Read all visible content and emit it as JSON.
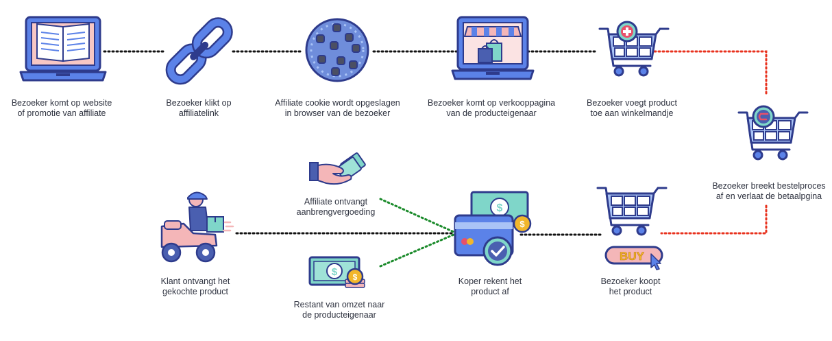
{
  "steps": {
    "website": {
      "line1": "Bezoeker komt op website",
      "line2": "of promotie van affiliate",
      "icon": "laptop-book-icon"
    },
    "link": {
      "line1": "Bezoeker klikt op",
      "line2": "affiliatelink",
      "icon": "chain-link-icon"
    },
    "cookie": {
      "line1": "Affiliate cookie wordt opgeslagen",
      "line2": "in browser van de bezoeker",
      "icon": "cookie-icon"
    },
    "salespage": {
      "line1": "Bezoeker komt op verkooppagina",
      "line2": "van de producteigenaar",
      "icon": "laptop-shop-icon"
    },
    "addcart": {
      "line1": "Bezoeker voegt product",
      "line2": "toe aan winkelmandje",
      "icon": "cart-plus-icon"
    },
    "abandon": {
      "line1": "Bezoeker breekt bestelproces",
      "line2": "af en verlaat de betaalpgina",
      "icon": "cart-return-icon"
    },
    "buy": {
      "line1": "Bezoeker koopt",
      "line2": "het product",
      "icon": "cart-buy-icon",
      "button_text": "BUY"
    },
    "pay": {
      "line1": "Koper rekent het",
      "line2": "product af",
      "icon": "payment-card-icon"
    },
    "commission": {
      "line1": "Affiliate ontvangt",
      "line2": "aanbrengvergoeding",
      "icon": "hand-money-icon"
    },
    "remainder": {
      "line1": "Restant van omzet naar",
      "line2": "de producteigenaar",
      "icon": "money-coins-icon"
    },
    "delivery": {
      "line1": "Klant ontvangt het",
      "line2": "gekochte product",
      "icon": "delivery-scooter-icon"
    }
  },
  "colors": {
    "flow": "#111111",
    "abandon": "#e8321e",
    "payout": "#1a8a2a",
    "outline": "#2e3b8c",
    "blue": "#5b82e8",
    "light_blue": "#a9c3f6",
    "pink": "#f4b6b8",
    "teal": "#7fd6c9",
    "gold": "#f2b62b"
  }
}
